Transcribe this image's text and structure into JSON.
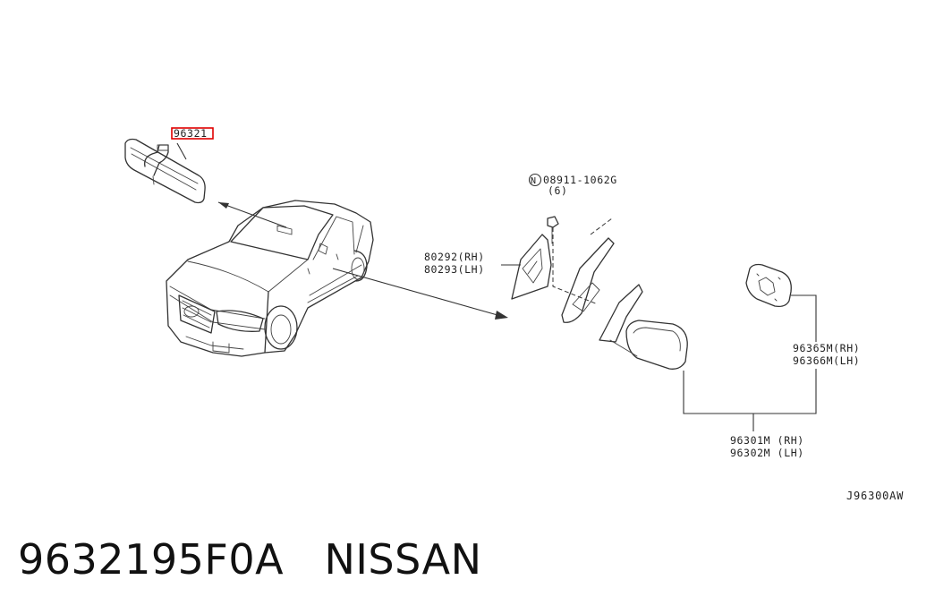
{
  "diagram": {
    "callouts": {
      "inside_mirror": "96321",
      "bolt": "08911-1062G",
      "bolt_marker": "N",
      "bolt_qty": "(6)",
      "finisher_rh": "80292(RH)",
      "finisher_lh": "80293(LH)",
      "glass_rh": "96365M(RH)",
      "glass_lh": "96366M(LH)",
      "door_mirror_rh": "96301M (RH)",
      "door_mirror_lh": "96302M (LH)"
    },
    "reference_code": "J96300AW",
    "highlight_color": "#e00000"
  },
  "caption": {
    "part_number": "9632195F0A",
    "brand": "NISSAN"
  }
}
